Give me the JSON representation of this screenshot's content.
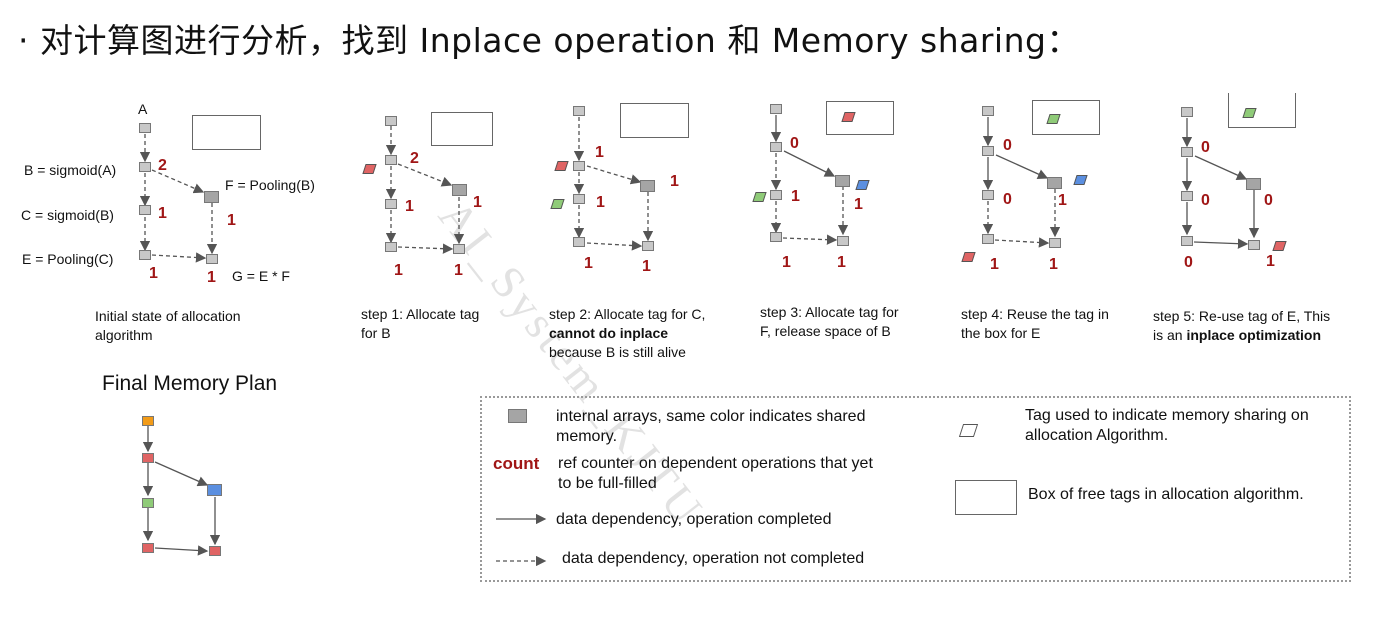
{
  "title": "· 对计算图进行分析，找到 Inplace operation 和 Memory sharing：",
  "watermark": "AI_System_KJTU",
  "colors": {
    "red": "#e06464",
    "green": "#8fcb78",
    "blue": "#5b8fe0",
    "orange": "#f29b18",
    "gray": "#a5a5a5",
    "light_gray": "#c8c8c8",
    "count_red": "#a01616"
  },
  "initial": {
    "labels": {
      "a": "A",
      "b": "B = sigmoid(A)",
      "c": "C = sigmoid(B)",
      "e": "E = Pooling(C)",
      "f": "F = Pooling(B)",
      "g": "G = E * F"
    },
    "counts": {
      "b": "2",
      "c": "1",
      "f": "1",
      "e": "1",
      "g": "1"
    },
    "caption": "Initial state of allocation algorithm"
  },
  "step1": {
    "counts": {
      "b": "2",
      "c": "1",
      "f": "1",
      "e": "1",
      "g": "1"
    },
    "caption": "step 1: Allocate tag for B"
  },
  "step2": {
    "counts": {
      "b": "1",
      "c": "1",
      "f": "1",
      "e": "1",
      "g": "1"
    },
    "caption_pre": "step 2: Allocate tag for C, ",
    "caption_bold": "cannot do inplace",
    "caption_post": " because B is still alive"
  },
  "step3": {
    "counts": {
      "b": "0",
      "c": "1",
      "f": "1",
      "e": "1",
      "g": "1"
    },
    "caption": "step 3: Allocate tag for F, release space of B"
  },
  "step4": {
    "counts": {
      "b": "0",
      "c": "0",
      "f": "1",
      "e": "1",
      "g": "1"
    },
    "caption": "step 4: Reuse the tag in the box for E"
  },
  "step5": {
    "counts": {
      "b": "0",
      "c": "0",
      "f": "0",
      "e": "0",
      "g": "1"
    },
    "caption_pre": "step 5: Re-use tag of E, This is an ",
    "caption_bold": "inplace optimization"
  },
  "final": {
    "title": "Final Memory Plan"
  },
  "legend": {
    "internal_arrays": "internal arrays, same color indicates shared memory.",
    "count_word": "count",
    "ref_counter": "ref counter on dependent operations that yet to be full-filled",
    "dep_completed": "data dependency, operation completed",
    "dep_not_completed": "data dependency, operation not completed",
    "tag": "Tag used to indicate memory sharing on allocation Algorithm.",
    "box": "Box of free tags in allocation algorithm."
  }
}
